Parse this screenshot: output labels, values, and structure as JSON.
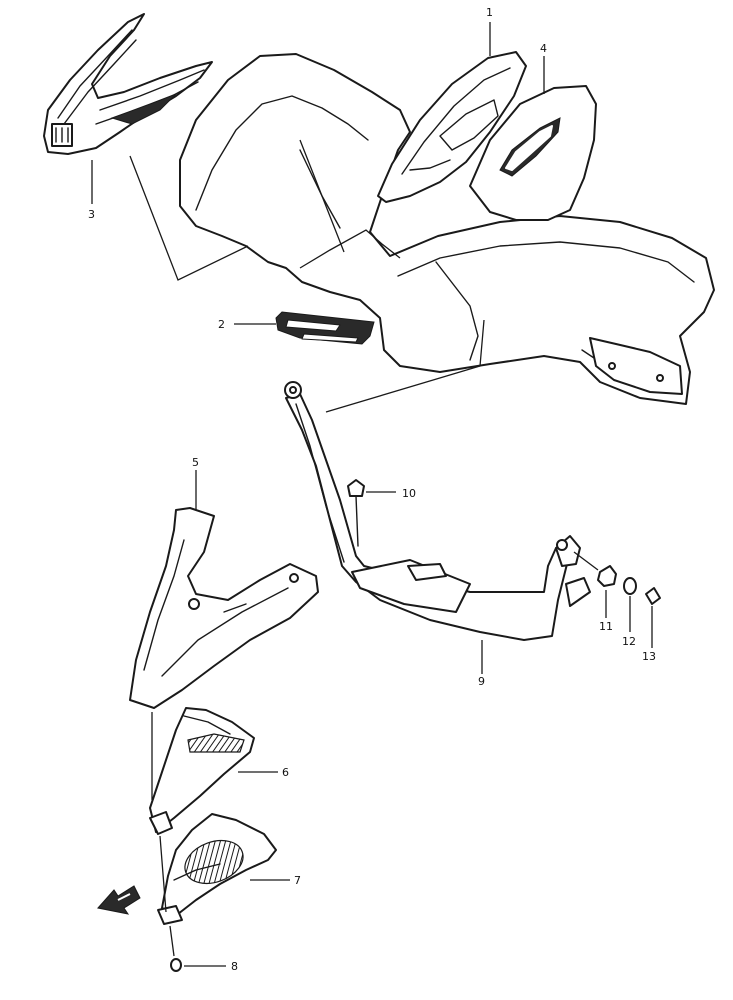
{
  "callouts": {
    "c1": "1",
    "c2": "2",
    "c3": "3",
    "c4": "4",
    "c5": "5",
    "c6": "6",
    "c7": "7",
    "c8": "8",
    "c9": "9",
    "c10": "10",
    "c11": "11",
    "c12": "12",
    "c13": "13"
  },
  "icons": {
    "front_arrow": "front-direction-arrow-icon"
  },
  "colors": {
    "line": "#1a1a1a",
    "background": "#ffffff"
  }
}
